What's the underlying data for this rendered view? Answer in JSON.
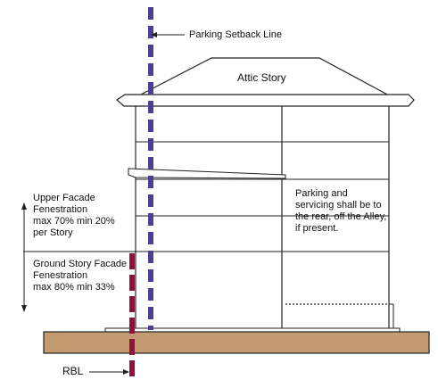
{
  "labels": {
    "parking_setback": "Parking Setback Line",
    "attic": "Attic Story",
    "rear_note": "Parking and\nservicing shall be to\nthe rear, off the Alley,\nif present.",
    "upper_facade": "Upper Facade\nFenestration\nmax 70% min 20%\nper Story",
    "ground_facade": "Ground Story Facade\nFenestration\nmax 80% min 33%",
    "rbl": "RBL"
  },
  "colors": {
    "setback_line": "#4b3f95",
    "rbl_line": "#8b1538",
    "ground": "#c49a72",
    "outline": "#222222"
  }
}
